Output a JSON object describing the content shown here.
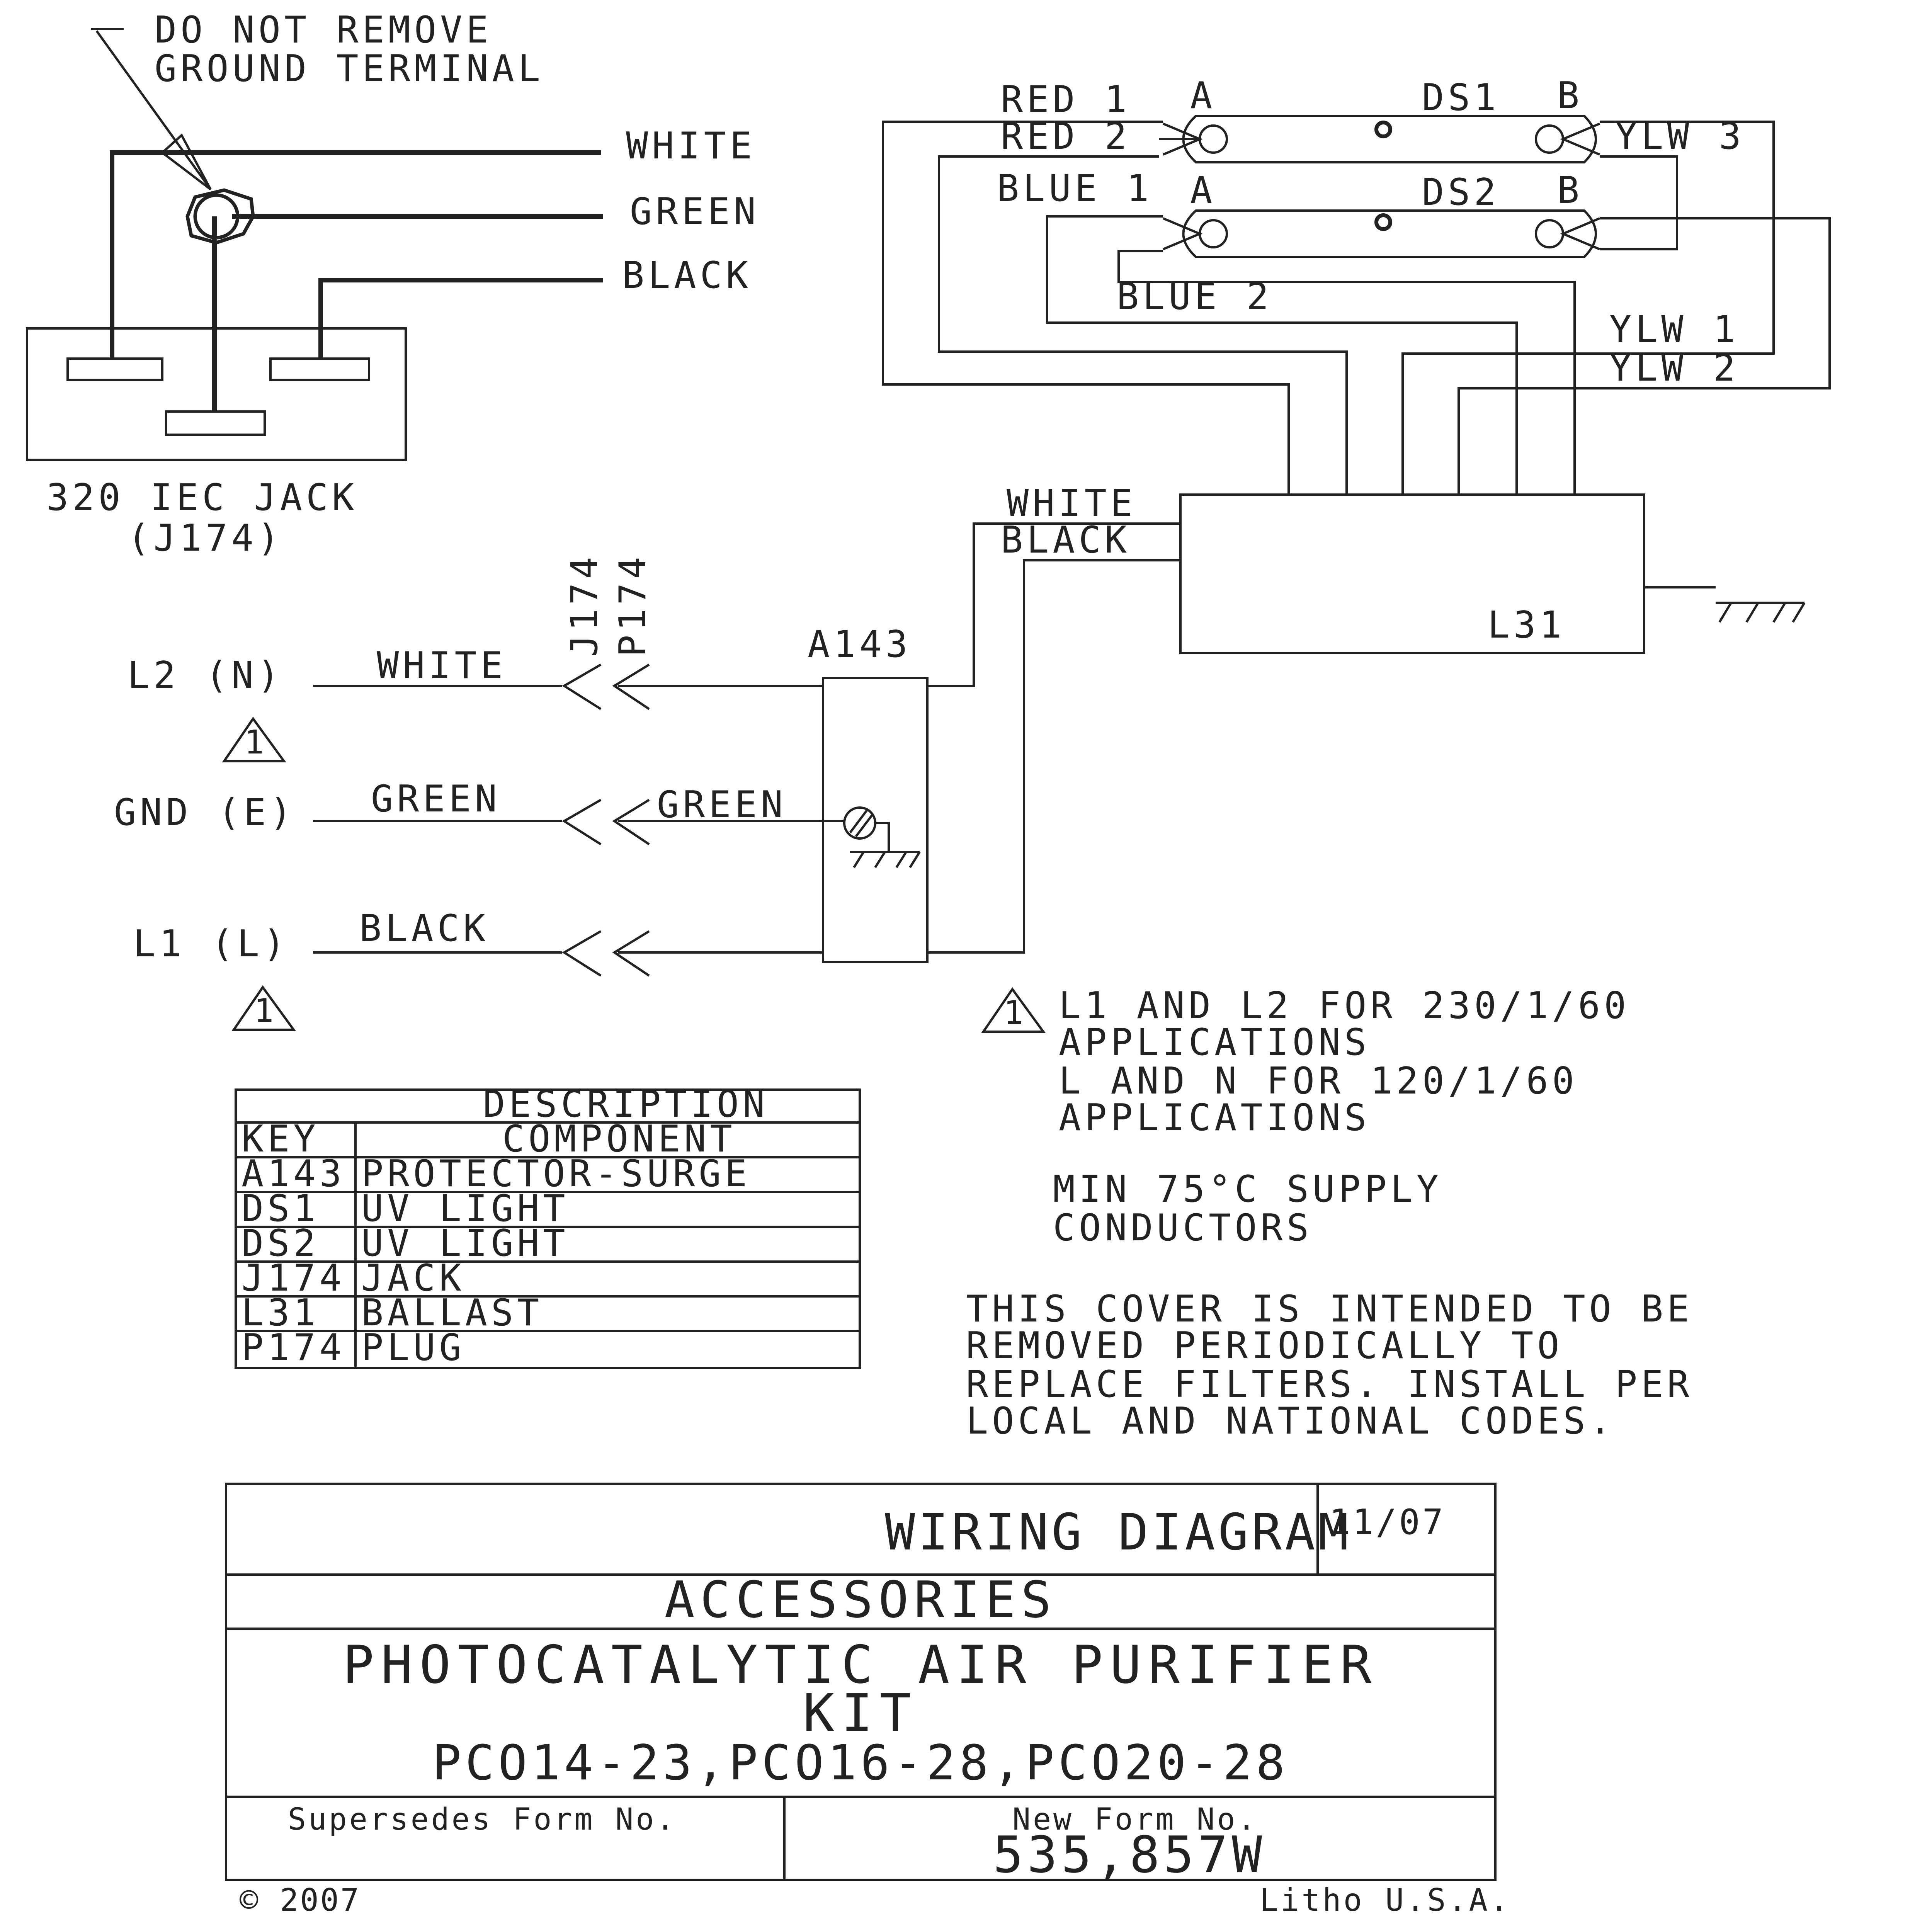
{
  "ground_note": [
    "DO NOT REMOVE",
    "GROUND TERMINAL"
  ],
  "jack_wires": {
    "white": "WHITE",
    "green": "GREEN",
    "black": "BLACK"
  },
  "jack_label": [
    "320 IEC JACK",
    "(J174)"
  ],
  "lamps": {
    "ds1": {
      "name": "DS1",
      "a": "A",
      "b": "B"
    },
    "ds2": {
      "name": "DS2",
      "a": "A",
      "b": "B"
    }
  },
  "lamp_wires": {
    "red1": "RED 1",
    "red2": "RED 2",
    "blue1": "BLUE 1",
    "blue2": "BLUE 2",
    "ylw1": "YLW 1",
    "ylw2": "YLW 2",
    "ylw3": "YLW 3"
  },
  "ballast": {
    "label": "L31",
    "white": "WHITE",
    "black": "BLACK"
  },
  "connector": {
    "j174": "J174",
    "p174": "P174",
    "a143": "A143"
  },
  "supply": {
    "l2": "L2 (N)",
    "gnd": "GND (E)",
    "l1": "L1 (L)",
    "white": "WHITE",
    "green": "GREEN",
    "green_inner": "GREEN",
    "black": "BLACK",
    "warning_symbol": "1"
  },
  "notes": {
    "note1": [
      "L1 AND L2 FOR 230/1/60",
      "APPLICATIONS",
      "L AND N FOR 120/1/60",
      "APPLICATIONS"
    ],
    "note2": [
      "MIN 75°C SUPPLY",
      "CONDUCTORS"
    ],
    "note3": [
      "THIS COVER IS INTENDED TO BE",
      "REMOVED PERIODICALLY TO",
      "REPLACE FILTERS. INSTALL PER",
      "LOCAL AND NATIONAL CODES."
    ]
  },
  "legend": {
    "title": "DESCRIPTION",
    "headers": [
      "KEY",
      "COMPONENT"
    ],
    "rows": [
      [
        "A143",
        "PROTECTOR-SURGE"
      ],
      [
        "DS1",
        "UV LIGHT"
      ],
      [
        "DS2",
        "UV LIGHT"
      ],
      [
        "J174",
        "JACK"
      ],
      [
        "L31",
        "BALLAST"
      ],
      [
        "P174",
        "PLUG"
      ]
    ]
  },
  "title_block": {
    "title": "WIRING DIAGRAM",
    "date": "11/07",
    "category": "ACCESSORIES",
    "product": [
      "PHOTOCATALYTIC AIR PURIFIER",
      "KIT"
    ],
    "models": "PCO14-23,PCO16-28,PCO20-28",
    "supersedes": "Supersedes Form No.",
    "new_form_label": "New Form No.",
    "new_form": "535,857W",
    "copyright": "© 2007",
    "litho": "Litho U.S.A."
  }
}
